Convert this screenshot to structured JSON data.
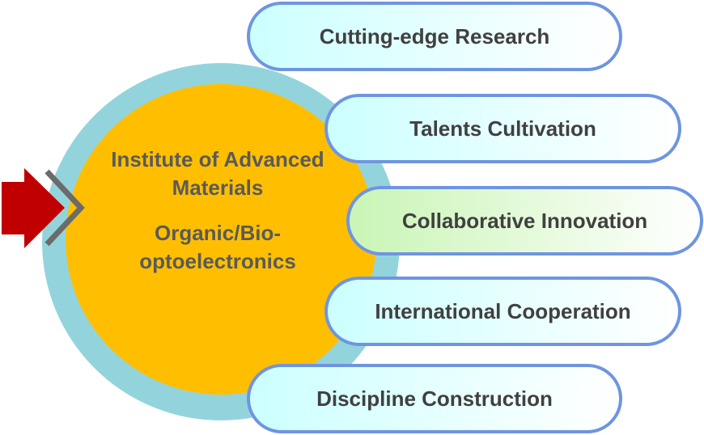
{
  "center": {
    "line1": "Institute of Advanced",
    "line2": "Materials",
    "line3": "Organic/Bio-",
    "line4": "optoelectronics"
  },
  "pillars": [
    {
      "label": "Cutting-edge Research"
    },
    {
      "label": "Talents Cultivation"
    },
    {
      "label": "Collaborative Innovation"
    },
    {
      "label": "International Cooperation"
    },
    {
      "label": "Discipline Construction"
    }
  ],
  "colors": {
    "ring": "#93d4dc",
    "core": "#ffbf00",
    "text": "#5a5a5a",
    "pill_border": "#6f95e0",
    "pill_fill": "#ccffff",
    "pill_fill_highlight": "#c9f5b5",
    "arrow": "#c00000",
    "chevron": "#6b6b6b"
  },
  "icons": {
    "arrow": "block-arrow-right-icon",
    "chevron": "chevron-right-icon"
  }
}
